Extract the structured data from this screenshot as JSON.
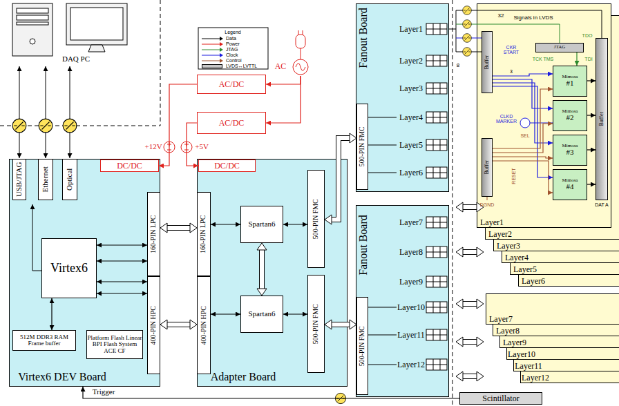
{
  "diagram": {
    "nodes": [
      {
        "text": [
          "Virtex6 DEV Board"
        ]
      },
      {
        "text": [
          "USB/JTAG"
        ],
        "in": 0
      },
      {
        "text": [
          "Ethernet"
        ],
        "in": 0
      },
      {
        "text": [
          "Optical"
        ],
        "in": 0
      },
      {
        "text": [
          "DC/DC"
        ],
        "in": 0
      },
      {
        "text": [
          "Virtex6"
        ],
        "in": 0
      },
      {
        "text": [
          "512M DDR3 RAM Frame buffer"
        ],
        "in": 0
      },
      {
        "text": [
          "Platform Flash Linear BPI Flash System ACE CF"
        ],
        "in": 0
      },
      {
        "text": [
          "160-PIN LPC"
        ],
        "in": 0
      },
      {
        "text": [
          "400-PIN HPC"
        ],
        "in": 0
      },
      {
        "text": [
          "Adapter Board"
        ]
      },
      {
        "text": [
          "DC/DC"
        ],
        "in": 10
      },
      {
        "text": [
          "160-PIN LPC"
        ],
        "in": 10
      },
      {
        "text": [
          "400-PIN HPC"
        ],
        "in": 10
      },
      {
        "text": [
          "Spartan6"
        ],
        "in": 10
      },
      {
        "text": [
          "Spartan6"
        ],
        "in": 10
      },
      {
        "text": [
          "500-PIN FMC"
        ],
        "in": 10
      },
      {
        "text": [
          "500-PIN FMC"
        ],
        "in": 10
      },
      {
        "text": [
          "AC/DC"
        ]
      },
      {
        "text": [
          "AC/DC"
        ]
      },
      {
        "text": [
          "AC"
        ]
      },
      {
        "text": [
          "Fanout Board",
          "Layer1",
          "Layer2",
          "Layer3",
          "Layer4",
          "Layer5",
          "Layer6"
        ]
      },
      {
        "text": [
          "500-PIN FMC"
        ],
        "in": 21
      },
      {
        "text": [
          "Fanout Board",
          "Layer7",
          "Layer8",
          "Layer9",
          "Layer10",
          "Layer11",
          "Layer12"
        ]
      },
      {
        "text": [
          "500-PIN FMC"
        ],
        "in": 23
      },
      {
        "text": [
          "Layer1"
        ]
      },
      {
        "text": [
          "Buffer"
        ],
        "in": 25
      },
      {
        "text": [
          "Buffer"
        ],
        "in": 25
      },
      {
        "text": [
          "JTAG"
        ],
        "in": 25
      },
      {
        "text": [
          "Mimosa",
          "#1"
        ],
        "in": 25
      },
      {
        "text": [
          "Mimosa",
          "#2"
        ],
        "in": 25
      },
      {
        "text": [
          "Mimosa",
          "#3"
        ],
        "in": 25
      },
      {
        "text": [
          "Mimosa",
          "#4"
        ],
        "in": 25
      },
      {
        "text": [
          "Buffer"
        ],
        "in": 25
      },
      {
        "text": [
          "Layer2"
        ]
      },
      {
        "text": [
          "Layer3"
        ]
      },
      {
        "text": [
          "Layer4"
        ]
      },
      {
        "text": [
          "Layer5"
        ]
      },
      {
        "text": [
          "Layer6"
        ]
      },
      {
        "text": [
          "Layer7"
        ]
      },
      {
        "text": [
          "Layer8"
        ]
      },
      {
        "text": [
          "Layer9"
        ]
      },
      {
        "text": [
          "Layer10"
        ]
      },
      {
        "text": [
          "Layer11"
        ]
      },
      {
        "text": [
          "Layer12"
        ]
      },
      {
        "text": [
          "Scintillator"
        ]
      }
    ],
    "edges": [
      {
        "from": 20,
        "to": 18,
        "arrow": "to"
      },
      {
        "from": 20,
        "to": 19,
        "arrow": "to"
      },
      {
        "from": 18,
        "to": 4,
        "arrow": "to"
      },
      {
        "from": 19,
        "to": 11,
        "arrow": "to"
      },
      {
        "from": 5,
        "to": 6,
        "arrow": "both"
      },
      {
        "from": 5,
        "to": 8,
        "arrow": "both"
      },
      {
        "from": 5,
        "to": 8,
        "arrow": "both"
      },
      {
        "from": 5,
        "to": 9,
        "arrow": "both"
      },
      {
        "from": 5,
        "to": 9,
        "arrow": "both"
      },
      {
        "from": 8,
        "to": 12,
        "arrow": "both"
      },
      {
        "from": 9,
        "to": 13,
        "arrow": "both"
      },
      {
        "from": 12,
        "to": 14,
        "arrow": "both"
      },
      {
        "from": 14,
        "to": 16,
        "arrow": "both"
      },
      {
        "from": 14,
        "to": 15,
        "arrow": "both"
      },
      {
        "from": 13,
        "to": 15,
        "arrow": "both"
      },
      {
        "from": 15,
        "to": 17,
        "arrow": "both"
      },
      {
        "from": 16,
        "to": 22,
        "arrow": "both"
      },
      {
        "from": 17,
        "to": 24,
        "arrow": "both"
      },
      {
        "from": 45,
        "to": 0,
        "arrow": "to",
        "label": "Trigger"
      },
      {
        "from": 26,
        "to": 29,
        "arrow": "to"
      },
      {
        "from": 26,
        "to": 30,
        "arrow": "to"
      },
      {
        "from": 26,
        "to": 31,
        "arrow": "to"
      },
      {
        "from": 26,
        "to": 32,
        "arrow": "to"
      },
      {
        "from": 29,
        "to": 33,
        "arrow": "to"
      },
      {
        "from": 30,
        "to": 33,
        "arrow": "to"
      },
      {
        "from": 31,
        "to": 33,
        "arrow": "to"
      },
      {
        "from": 32,
        "to": 33,
        "arrow": "to"
      },
      {
        "from": 27,
        "to": 29,
        "arrow": "to"
      },
      {
        "from": 27,
        "to": 30,
        "arrow": "to"
      },
      {
        "from": 27,
        "to": 31,
        "arrow": "to"
      },
      {
        "from": 27,
        "to": 32,
        "arrow": "to"
      },
      {
        "from": 28,
        "to": 29,
        "arrow": "to"
      }
    ],
    "labels": [
      "DAQ PC",
      "Legend",
      "+12V",
      "+5V",
      "32",
      "Signals in LVDS",
      "8",
      "CKR START",
      "3",
      "TCK TMS",
      "TDO",
      "TDI",
      "CLKD MARKER",
      "SEL",
      "RESET",
      "DGND",
      "DAT A"
    ],
    "legend": [
      {
        "text": "Data"
      },
      {
        "text": "Power"
      },
      {
        "text": "JTAG"
      },
      {
        "text": "Clock"
      },
      {
        "text": "Control"
      },
      {
        "text": "LVDS↔LVTTL",
        "color": "#c8c8c8"
      }
    ]
  }
}
